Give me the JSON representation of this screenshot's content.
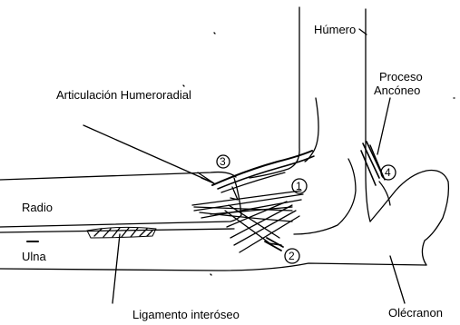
{
  "labels": {
    "humero": "Húmero",
    "articulacion": "Articulación  Humeroradial",
    "proceso_line1": "Proceso",
    "proceso_line2": "Ancóneo",
    "radio": "Radio",
    "ulna": "Ulna",
    "ligamento": "Ligamento  interóseo",
    "olecranon": "Olécranon"
  },
  "markers": [
    "3",
    "1",
    "4",
    "2"
  ],
  "colors": {
    "ink": "#000000",
    "background": "#ffffff"
  }
}
